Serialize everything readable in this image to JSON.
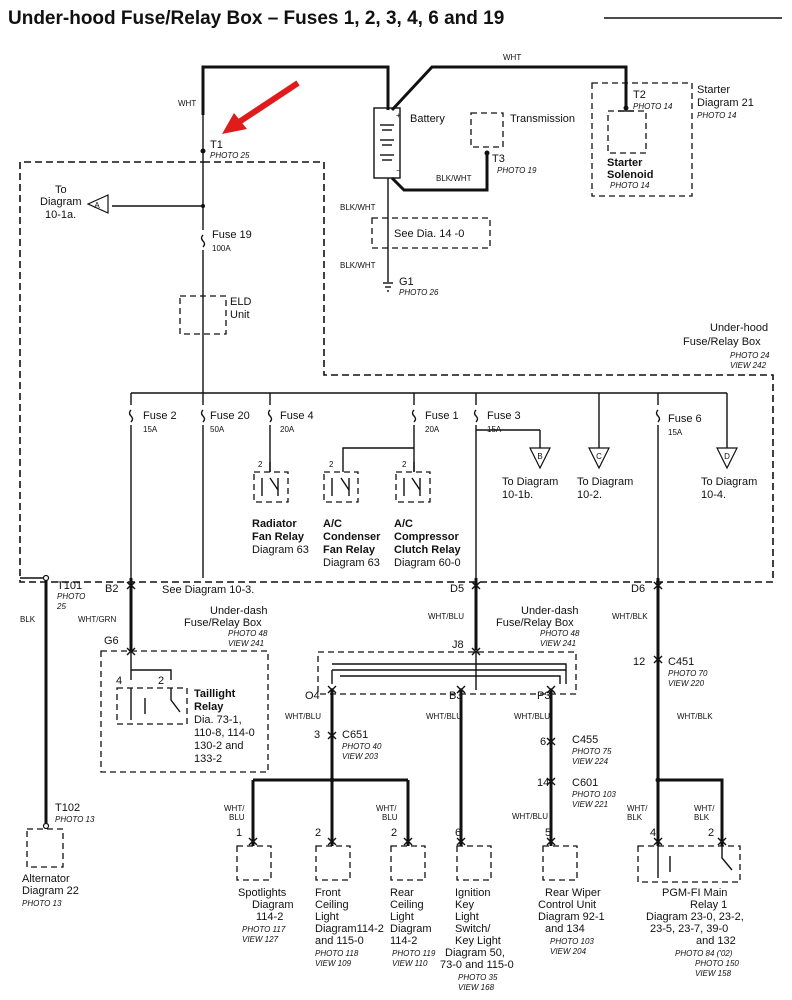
{
  "title": "Under-hood Fuse/Relay Box – Fuses 1, 2, 3, 4, 6 and 19",
  "top": {
    "wht1": "WHT",
    "wht2": "WHT",
    "t1": "T1",
    "t1_photo": "PHOTO 25",
    "battery": "Battery",
    "transmission": "Transmission",
    "t3": "T3",
    "t3_photo": "PHOTO 19",
    "blkwht_t3": "BLK/WHT",
    "starter": "Starter",
    "starter_diag": "Diagram 21",
    "starter_photo": "PHOTO 14",
    "t2": "T2",
    "t2_photo": "PHOTO 14",
    "solenoid1": "Starter",
    "solenoid2": "Solenoid",
    "solenoid_photo": "PHOTO 14",
    "blkwht_a": "BLK/WHT",
    "see14": "See  Dia. 14 -0",
    "blkwht_b": "BLK/WHT",
    "g1": "G1",
    "g1_photo": "PHOTO 26",
    "plus": "+",
    "minus": "−"
  },
  "box": {
    "to_diag_a1": "To",
    "to_diag_a2": "Diagram",
    "to_diag_a3": "10-1a.",
    "conn_a": "A",
    "fuse19": "Fuse 19",
    "fuse19_amp": "100A",
    "eld1": "ELD",
    "eld2": "Unit",
    "label1": "Under-hood",
    "label2": "Fuse/Relay Box",
    "photo": "PHOTO 24",
    "view": "VIEW 242",
    "fuses": [
      {
        "name": "Fuse 2",
        "amp": "15A"
      },
      {
        "name": "Fuse 20",
        "amp": "50A"
      },
      {
        "name": "Fuse 4",
        "amp": "20A"
      },
      {
        "name": "Fuse 1",
        "amp": "20A"
      },
      {
        "name": "Fuse 3",
        "amp": "15A"
      },
      {
        "name": "Fuse 6",
        "amp": "15A"
      }
    ],
    "relay_pin": "2",
    "radiator": [
      "Radiator",
      "Fan Relay",
      "Diagram 63"
    ],
    "condenser": [
      "A/C",
      "Condenser",
      "Fan Relay",
      "Diagram 63"
    ],
    "compressor": [
      "A/C",
      "Compressor",
      "Clutch Relay",
      "Diagram 60-0"
    ],
    "conn_b": "B",
    "conn_c": "C",
    "conn_d": "D",
    "to_b": [
      "To Diagram",
      "10-1b."
    ],
    "to_c": [
      "To Diagram",
      "10-2."
    ],
    "to_d": [
      "To Diagram",
      "10-4."
    ]
  },
  "mid": {
    "t101": "T101",
    "t101_photo1": "PHOTO",
    "t101_photo2": "25",
    "b2": "B2",
    "see103": "See Diagram 10-3.",
    "d5": "D5",
    "d6": "D6",
    "blk": "BLK",
    "whtgrn": "WHT/GRN",
    "whtblu1": "WHT/BLU",
    "whtblk1": "WHT/BLK",
    "ud1": "Under-dash",
    "ud2": "Fuse/Relay Box",
    "ud_photo": "PHOTO 48",
    "ud_view": "VIEW 241",
    "ud1b": "Under-dash",
    "ud2b": "Fuse/Relay Box",
    "ud_photob": "PHOTO 48",
    "ud_viewb": "VIEW 241",
    "g6": "G6",
    "j8": "J8",
    "o4": "O4",
    "b3": "B3",
    "p3": "P3",
    "pin4": "4",
    "pin2": "2",
    "taillight": [
      "Taillight",
      "Relay",
      "Dia.  73-1,",
      "110-8, 114-0",
      "130-2 and",
      "133-2"
    ],
    "c651": "C651",
    "c651_pin": "3",
    "c651_photo": "PHOTO 40",
    "c651_view": "VIEW 203",
    "c455": "C455",
    "c455_pin": "6",
    "c455_photo": "PHOTO 75",
    "c455_view": "VIEW 224",
    "c601": "C601",
    "c601_pin": "14",
    "c601_photo": "PHOTO 103",
    "c601_view": "VIEW 221",
    "c451": "C451",
    "c451_pin": "12",
    "c451_photo": "PHOTO 70",
    "c451_view": "VIEW 220",
    "whtblu_o4": "WHT/BLU",
    "whtblu_b3": "WHT/BLU",
    "whtblu_p3": "WHT/BLU",
    "whtblk_c451": "WHT/BLK",
    "whtblu_p3b": "WHT/BLU",
    "t102": "T102",
    "t102_photo": "PHOTO 13"
  },
  "bottom": {
    "alternator": [
      "Alternator",
      "Diagram 22"
    ],
    "alt_photo": "PHOTO 13",
    "w_sp": [
      "WHT/",
      "BLU"
    ],
    "w_rc": [
      "WHT/",
      "BLU"
    ],
    "w_pg1": [
      "WHT/",
      "BLK"
    ],
    "w_pg2": [
      "WHT/",
      "BLK"
    ],
    "pins": [
      "1",
      "2",
      "2",
      "6",
      "5",
      "4",
      "2"
    ],
    "spotlights": [
      "Spotlights",
      "Diagram",
      "114-2"
    ],
    "sp_photo": "PHOTO 117",
    "sp_view": "VIEW 127",
    "front": [
      "Front",
      "Ceiling",
      "Light",
      "Diagram114-2",
      "and 115-0"
    ],
    "fr_photo": "PHOTO 118",
    "fr_view": "VIEW 109",
    "rear": [
      "Rear",
      "Ceiling",
      "Light",
      "Diagram",
      "114-2"
    ],
    "rr_photo": "PHOTO 119",
    "rr_view": "VIEW 110",
    "ignition": [
      "Ignition",
      "Key",
      "Light",
      "Switch/",
      "Key Light",
      "Diagram 50,",
      "73-0 and 115-0"
    ],
    "ig_photo": "PHOTO 35",
    "ig_view": "VIEW 168",
    "wiper": [
      "Rear Wiper",
      "Control Unit",
      "Diagram 92-1",
      "and 134"
    ],
    "wp_photo": "PHOTO 103",
    "wp_view": "VIEW 204",
    "pgfi": [
      "PGM-FI Main",
      "Relay 1",
      "Diagram 23-0, 23-2,",
      "23-5, 23-7, 39-0",
      "and 132"
    ],
    "pg_photo1": "PHOTO 84 ('02)",
    "pg_photo2": "PHOTO 150",
    "pg_view": "VIEW 158"
  }
}
